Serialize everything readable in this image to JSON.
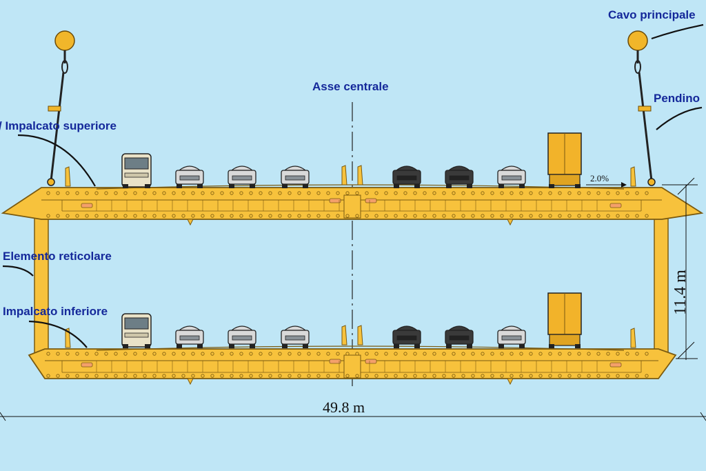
{
  "labels": {
    "main_cable": "Cavo principale",
    "hanger": "Pendino",
    "centerline": "Asse centrale",
    "upper_deck": "Impalcato superiore",
    "truss_element": "Elemento reticolare",
    "lower_deck": "Impalcato inferiore"
  },
  "dimensions": {
    "width": "49.8 m",
    "height": "11.4 m",
    "slope": "2.0%"
  },
  "colors": {
    "background": "#bfe6f6",
    "girder": "#f7c23c",
    "girder_stroke": "#7a5a10",
    "label": "#14289a",
    "cable": "#222222",
    "cable_node": "#f1b62a"
  },
  "vehicles": {
    "upper": [
      "bus",
      "car",
      "car",
      "car",
      "car-dark",
      "car-dark",
      "car",
      "truck"
    ],
    "lower": [
      "bus",
      "car",
      "car",
      "car",
      "car-dark",
      "car-dark",
      "car",
      "truck"
    ]
  }
}
